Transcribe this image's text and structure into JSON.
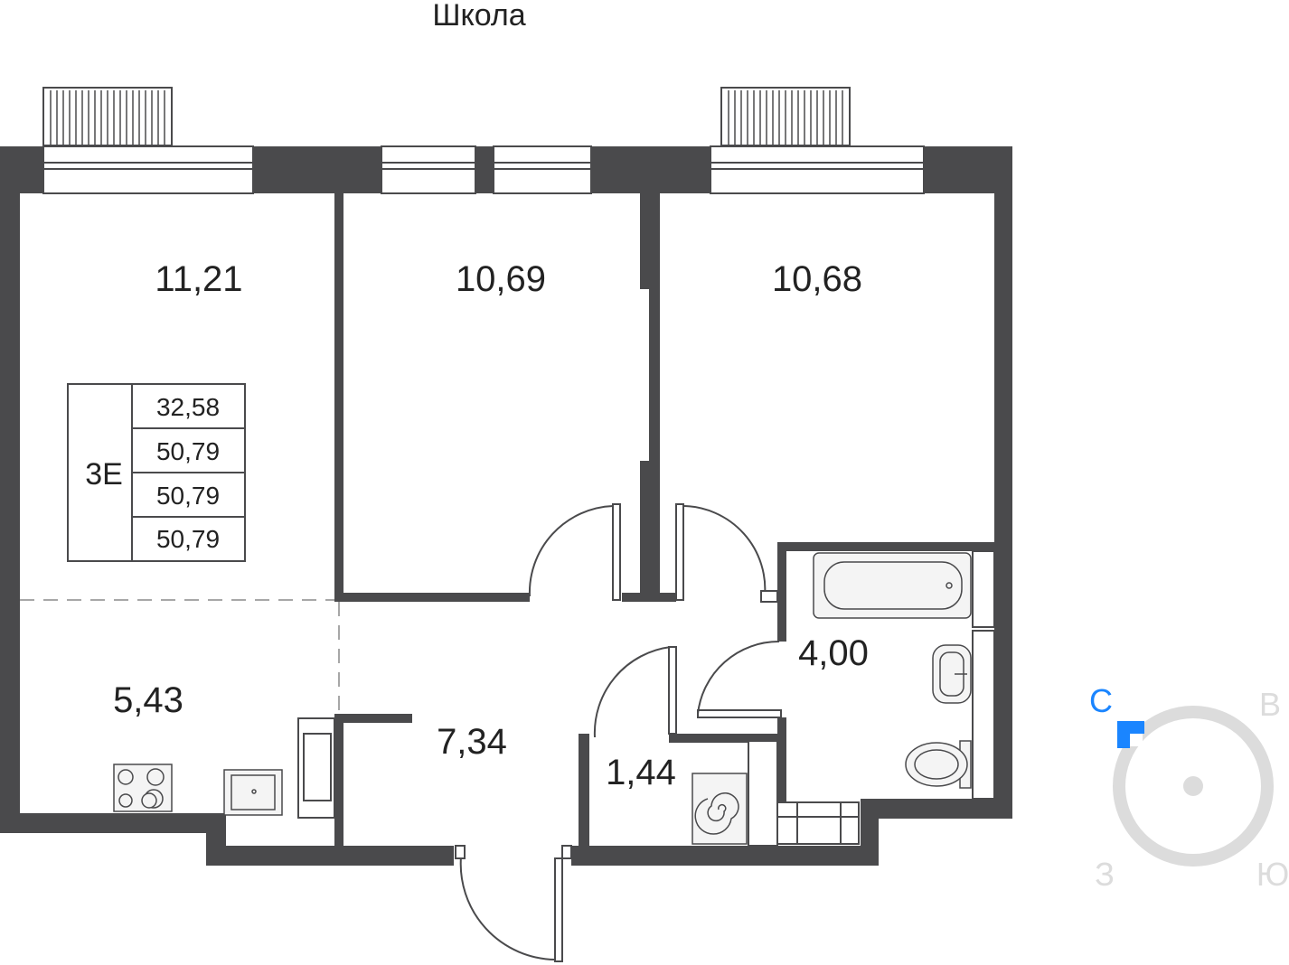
{
  "header": {
    "school_label": "Школа"
  },
  "rooms": [
    {
      "area": "11,21"
    },
    {
      "area": "10,69"
    },
    {
      "area": "10,68"
    },
    {
      "area": "5,43"
    },
    {
      "area": "7,34"
    },
    {
      "area": "1,44"
    },
    {
      "area": "4,00"
    }
  ],
  "apartment_table": {
    "code": "3Е",
    "values": [
      "32,58",
      "50,79",
      "50,79",
      "50,79"
    ]
  },
  "compass": {
    "north": "С",
    "east": "В",
    "west": "З",
    "south": "Ю",
    "north_color": "#1a85ff",
    "ring_color": "#dcdcdc"
  },
  "colors": {
    "wall": "#4a4a4c",
    "fixture": "#f4f4f4"
  }
}
